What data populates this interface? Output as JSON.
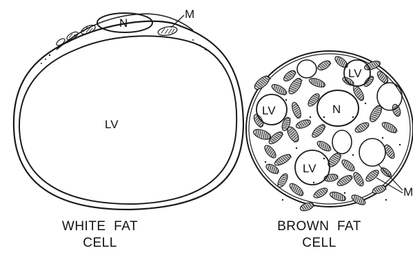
{
  "diagram": {
    "white_cell": {
      "caption_line1": "WHITE  FAT",
      "caption_line2": "CELL",
      "nucleus_label": "N",
      "vacuole_label": "LV",
      "mitochondria_label": "M"
    },
    "brown_cell": {
      "caption_line1": "BROWN  FAT",
      "caption_line2": "CELL",
      "nucleus_label": "N",
      "vacuole_labels": [
        "LV",
        "LV",
        "LV"
      ],
      "mitochondria_label": "M"
    }
  }
}
